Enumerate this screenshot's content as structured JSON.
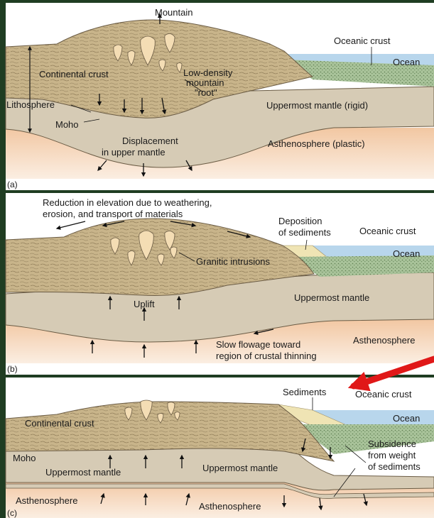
{
  "colors": {
    "background": "#1f3d22",
    "panel": "#ffffff",
    "crust": "#c8b48a",
    "mantle": "#d6cbb5",
    "asthenosphere": "#f0c29c",
    "ocean": "#b8d6ec",
    "oceanic_crust": "#9fb98f",
    "sediment": "#efe4b4",
    "pointer": "#e01818"
  },
  "panel_a": {
    "mountain": "Mountain",
    "oceanic_crust": "Oceanic crust",
    "ocean": "Ocean",
    "continental_crust": "Continental crust",
    "root_line1": "Low-density",
    "root_line2": "mountain",
    "root_line3": "\"root\"",
    "lithosphere": "Lithosphere",
    "uppermost_mantle": "Uppermost mantle (rigid)",
    "moho": "Moho",
    "displacement_line1": "Displacement",
    "displacement_line2": "in upper mantle",
    "asthenosphere": "Asthenosphere (plastic)",
    "panel_label": "(a)"
  },
  "panel_b": {
    "reduction_line1": "Reduction in elevation due to weathering,",
    "reduction_line2": "erosion, and transport of materials",
    "deposition_line1": "Deposition",
    "deposition_line2": "of sediments",
    "oceanic_crust": "Oceanic crust",
    "ocean": "Ocean",
    "granitic": "Granitic intrusions",
    "uppermost_mantle": "Uppermost mantle",
    "uplift": "Uplift",
    "asthenosphere": "Asthenosphere",
    "flowage_line1": "Slow flowage toward",
    "flowage_line2": "region of crustal thinning",
    "panel_label": "(b)"
  },
  "panel_c": {
    "sediments": "Sediments",
    "oceanic_crust": "Oceanic crust",
    "ocean": "Ocean",
    "continental_crust": "Continental crust",
    "moho": "Moho",
    "uppermost_mantle_left": "Uppermost mantle",
    "uppermost_mantle_right": "Uppermost mantle",
    "subsidence_line1": "Subsidence",
    "subsidence_line2": "from weight",
    "subsidence_line3": "of sediments",
    "asthenosphere_left": "Asthenosphere",
    "asthenosphere_bottom": "Asthenosphere",
    "panel_label": "(c)"
  }
}
